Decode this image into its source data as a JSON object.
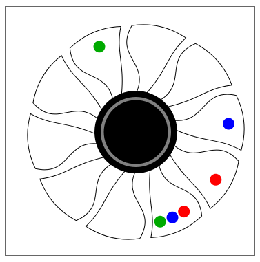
{
  "board": {
    "background": "#ffffff",
    "border_color": "#000000",
    "petal_fill": "#ffffff",
    "petal_stroke": "#000000",
    "hub_outer": "#000000",
    "hub_ring": "#808080",
    "hub_inner": "#000000"
  },
  "petals": [
    {
      "id": 0,
      "pieces": [
        "green"
      ]
    },
    {
      "id": 1,
      "pieces": []
    },
    {
      "id": 2,
      "pieces": []
    },
    {
      "id": 3,
      "pieces": [
        "blue"
      ]
    },
    {
      "id": 4,
      "pieces": [
        "red"
      ]
    },
    {
      "id": 5,
      "pieces": [
        "red",
        "blue",
        "green"
      ]
    },
    {
      "id": 6,
      "pieces": []
    },
    {
      "id": 7,
      "pieces": []
    },
    {
      "id": 8,
      "pieces": []
    },
    {
      "id": 9,
      "pieces": []
    }
  ],
  "piece_colors": {
    "red": "#ff0000",
    "blue": "#0000ff",
    "green": "#00aa00"
  }
}
